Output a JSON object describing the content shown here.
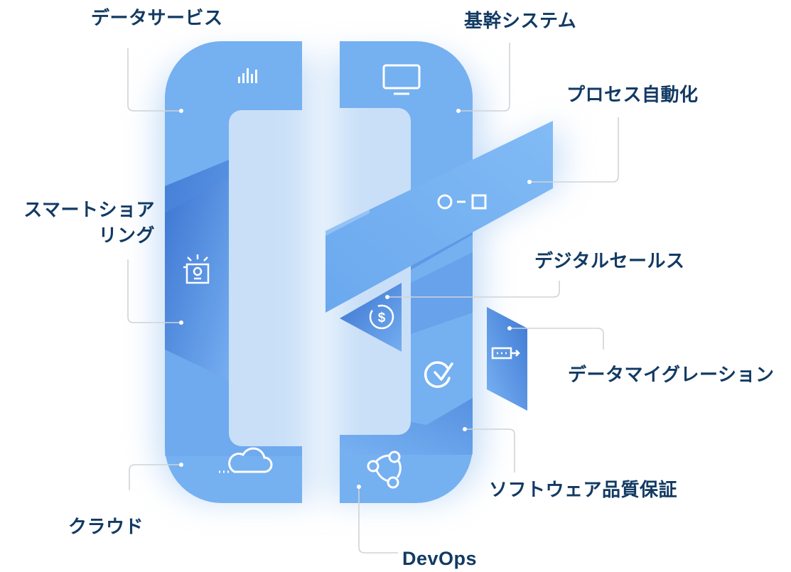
{
  "diagram": {
    "colors": {
      "primary": "#74b0f0",
      "dark": "#4f8be0",
      "deep": "#3a73d0",
      "icon": "#ffffff",
      "leader_line": "#cfd3d8",
      "text": "#123a63"
    },
    "labels": {
      "data_services": "データサービス",
      "core_systems": "基幹システム",
      "process_automation": "プロセス自動化",
      "smart_sharing_line1": "スマートショア",
      "smart_sharing_line2": "リング",
      "digital_sales": "デジタルセールス",
      "data_migration": "データマイグレーション",
      "software_qa": "ソフトウェア品質保証",
      "cloud": "クラウド",
      "devops": "DevOps"
    },
    "icons": {
      "data_services": "bar-chart-icon",
      "core_systems": "monitor-icon",
      "process_automation": "circle-square-workflow-icon",
      "smart_sharing": "lightbulb-frame-icon",
      "digital_sales": "dollar-coin-icon",
      "data_migration": "data-transfer-icon",
      "software_qa": "checkmark-circle-icon",
      "cloud": "cloud-icon",
      "devops": "connected-nodes-icon"
    }
  }
}
